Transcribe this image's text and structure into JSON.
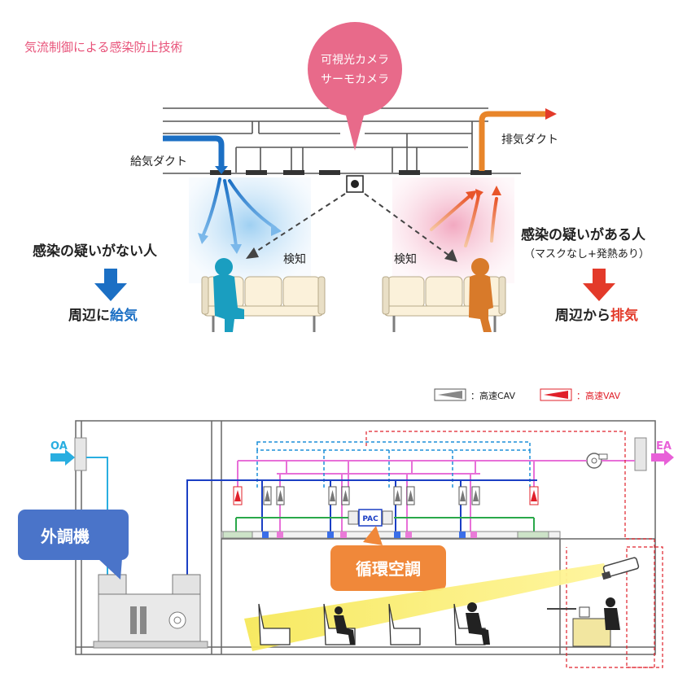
{
  "top": {
    "title": "気流制御による感染防止技術",
    "camera_line1": "可視光カメラ",
    "camera_line2": "サーモカメラ",
    "supply_duct": "給気ダクト",
    "exhaust_duct": "排気ダクト",
    "detect_left": "検知",
    "detect_right": "検知",
    "left_heading": "感染の疑いがない人",
    "left_result_prefix": "周辺に",
    "left_result_emph": "給気",
    "right_heading": "感染の疑いがある人",
    "right_sub": "（マスクなし+発熱あり）",
    "right_result_prefix": "周辺から",
    "right_result_emph": "排気"
  },
  "bottom": {
    "legend_cav": "：高速CAV",
    "legend_vav": "：高速VAV",
    "oa": "OA",
    "ea": "EA",
    "ahu_label": "外調機",
    "pac": "PAC",
    "circulation_label": "循環空調"
  },
  "colors": {
    "title_pink": "#e8537a",
    "camera_bubble": "#e86a8a",
    "supply_blue": "#1b6fc4",
    "exhaust_red": "#e33a2a",
    "oa_cyan": "#29aee0",
    "ea_magenta": "#e860d8",
    "ahu_callout": "#4a74c9",
    "circ_callout": "#f0883a",
    "person_teal": "#1a9ec0",
    "person_orange": "#d87a2a"
  }
}
